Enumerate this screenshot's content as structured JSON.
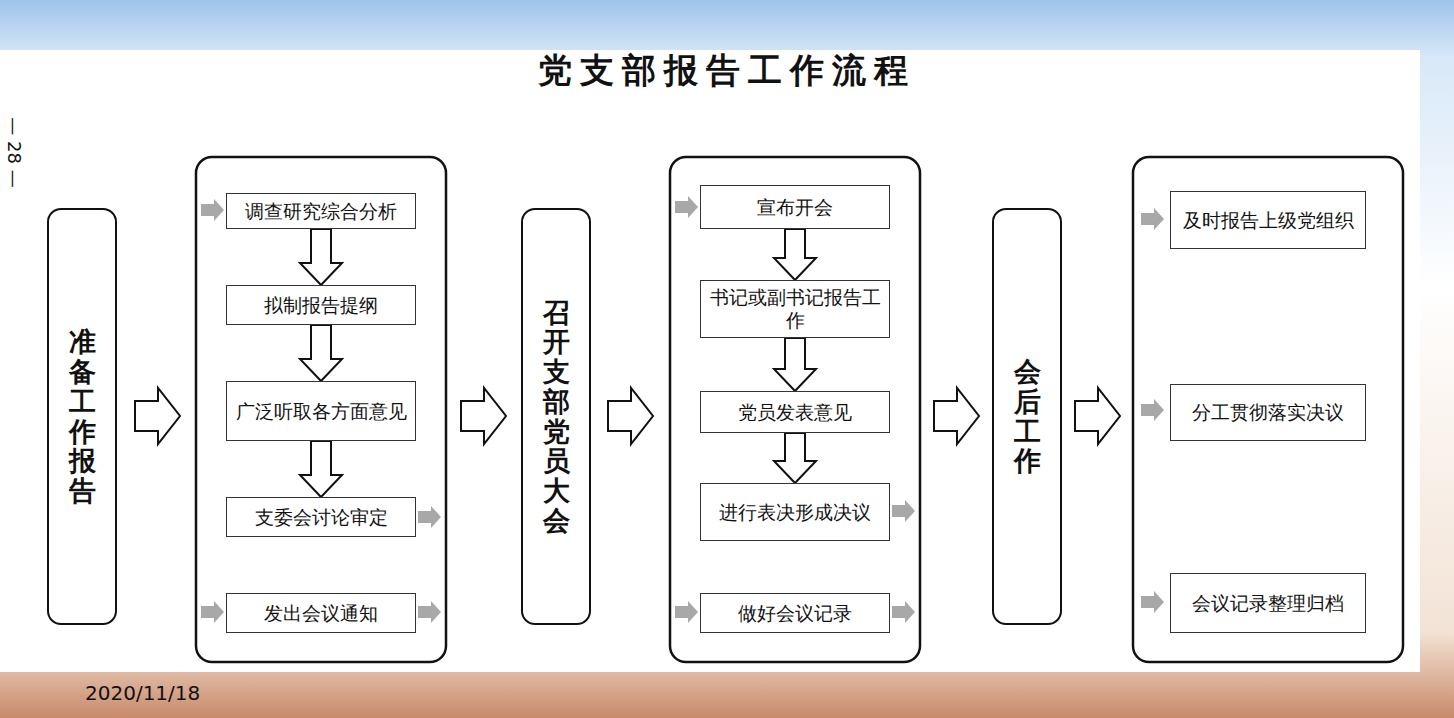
{
  "diagram": {
    "title": "党支部报告工作流程",
    "nodes": [
      {
        "text": [
          "准备工作报告"
        ]
      },
      {
        "text": [
          "调查研究综合分析"
        ]
      },
      {
        "text": [
          "拟制报告提纲"
        ]
      },
      {
        "text": [
          "广泛听取各方面意见"
        ]
      },
      {
        "text": [
          "支委会讨论审定"
        ]
      },
      {
        "text": [
          "发出会议通知"
        ]
      },
      {
        "text": [
          "召开支部党员大会"
        ]
      },
      {
        "text": [
          "宣布开会"
        ]
      },
      {
        "text": [
          "书记或副书记报告工作"
        ]
      },
      {
        "text": [
          "党员发表意见"
        ]
      },
      {
        "text": [
          "进行表决形成决议"
        ]
      },
      {
        "text": [
          "做好会议记录"
        ]
      },
      {
        "text": [
          "会后工作"
        ]
      },
      {
        "text": [
          "及时报告上级党组织"
        ]
      },
      {
        "text": [
          "分工贯彻落实决议"
        ]
      },
      {
        "text": [
          "会议记录整理归档"
        ]
      }
    ],
    "edges": [
      {
        "from": 1,
        "to": 2,
        "arrow": "to"
      },
      {
        "from": 2,
        "to": 3,
        "arrow": "to"
      },
      {
        "from": 3,
        "to": 4,
        "arrow": "to"
      },
      {
        "from": 7,
        "to": 8,
        "arrow": "to"
      },
      {
        "from": 8,
        "to": 9,
        "arrow": "to"
      },
      {
        "from": 9,
        "to": 10,
        "arrow": "to"
      }
    ],
    "labels": [
      "— 28 —",
      "2020/11/18"
    ]
  }
}
